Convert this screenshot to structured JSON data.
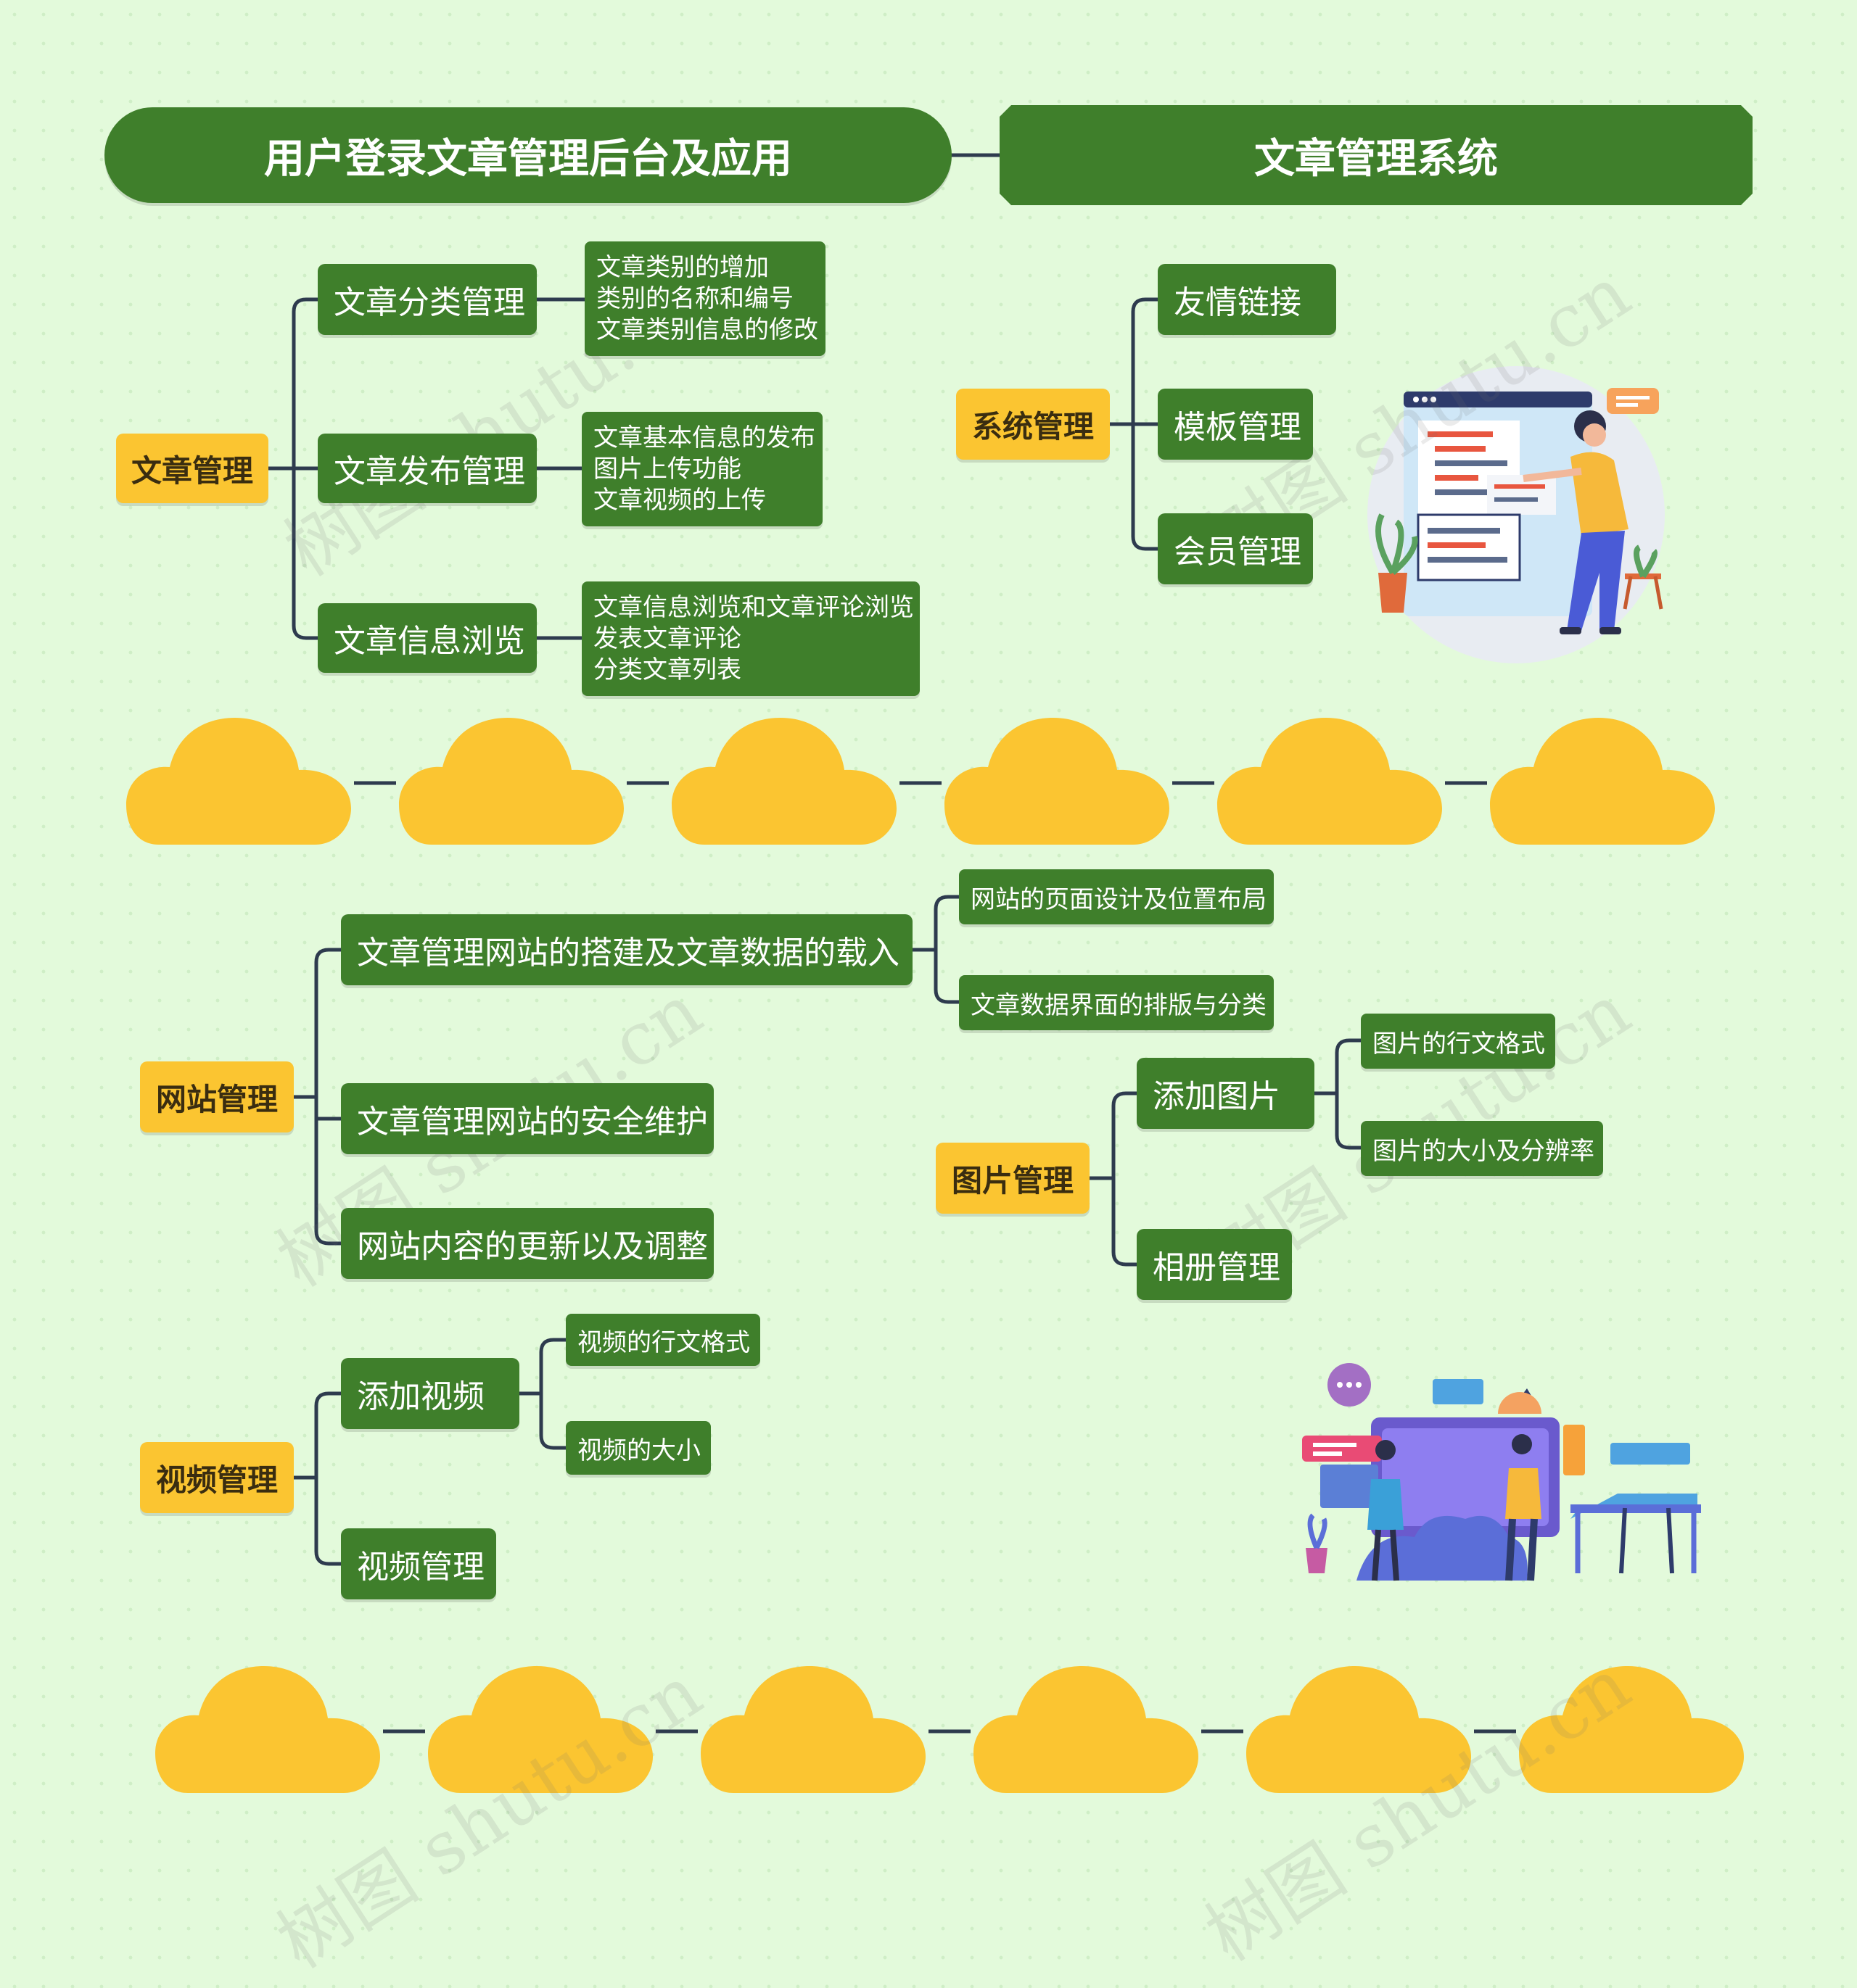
{
  "titles": {
    "left": "用户登录文章管理后台及应用",
    "right": "文章管理系统"
  },
  "article_mgmt": {
    "label": "文章管理",
    "branches": [
      {
        "label": "文章分类管理",
        "details": [
          "文章类别的增加",
          "类别的名称和编号",
          "文章类别信息的修改"
        ]
      },
      {
        "label": "文章发布管理",
        "details": [
          "文章基本信息的发布",
          "图片上传功能",
          "文章视频的上传"
        ]
      },
      {
        "label": "文章信息浏览",
        "details": [
          "文章信息浏览和文章评论浏览",
          "发表文章评论",
          "分类文章列表"
        ]
      }
    ]
  },
  "system_mgmt": {
    "label": "系统管理",
    "items": [
      "友情链接",
      "模板管理",
      "会员管理"
    ]
  },
  "site_mgmt": {
    "label": "网站管理",
    "branches": [
      {
        "label": "文章管理网站的搭建及文章数据的载入",
        "children": [
          "网站的页面设计及位置布局",
          "文章数据界面的排版与分类"
        ]
      },
      {
        "label": "文章管理网站的安全维护"
      },
      {
        "label": "网站内容的更新以及调整"
      }
    ]
  },
  "image_mgmt": {
    "label": "图片管理",
    "branches": [
      {
        "label": "添加图片",
        "children": [
          "图片的行文格式",
          "图片的大小及分辨率"
        ]
      },
      {
        "label": "相册管理"
      }
    ]
  },
  "video_mgmt": {
    "label": "视频管理",
    "branches": [
      {
        "label": "添加视频",
        "children": [
          "视频的行文格式",
          "视频的大小"
        ]
      },
      {
        "label": "视频管理"
      }
    ]
  },
  "watermark": "树图 shutu.cn",
  "colors": {
    "background": "#e3fadb",
    "node_green": "#3f7f2b",
    "node_yellow": "#fbc531",
    "line": "#2e3b4e",
    "cloud": "#fbc531"
  }
}
